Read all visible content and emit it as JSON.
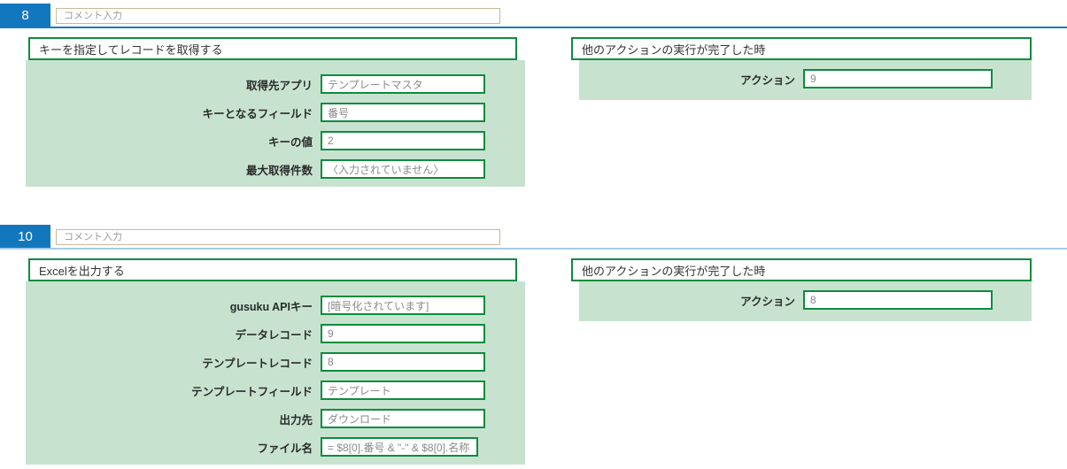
{
  "colors": {
    "badge_blue": "#1377bd",
    "separator_block8": "#1a7abc",
    "separator_block10": "#a6cbe6",
    "panel_border_green": "#0e8b3e",
    "panel_body_green": "#c7e3cf",
    "comment_border_tan": "#c9b99b"
  },
  "blocks": [
    {
      "number": "8",
      "comment_placeholder": "コメント入力",
      "action": {
        "title": "キーを指定してレコードを取得する",
        "fields": [
          {
            "label": "取得先アプリ",
            "value": "テンプレートマスタ"
          },
          {
            "label": "キーとなるフィールド",
            "value": "番号"
          },
          {
            "label": "キーの値",
            "value": "2"
          },
          {
            "label": "最大取得件数",
            "value": "〈入力されていません〉"
          }
        ]
      },
      "trigger": {
        "title": "他のアクションの実行が完了した時",
        "fields": [
          {
            "label": "アクション",
            "value": "9"
          }
        ]
      }
    },
    {
      "number": "10",
      "comment_placeholder": "コメント入力",
      "action": {
        "title": "Excelを出力する",
        "fields": [
          {
            "label": "gusuku APIキー",
            "value": "[暗号化されています]"
          },
          {
            "label": "データレコード",
            "value": "9"
          },
          {
            "label": "テンプレートレコード",
            "value": "8"
          },
          {
            "label": "テンプレートフィールド",
            "value": "テンプレート"
          },
          {
            "label": "出力先",
            "value": "ダウンロード"
          },
          {
            "label": "ファイル名",
            "value": "= $8[0].番号 & \"-\" & $8[0].名称"
          }
        ]
      },
      "trigger": {
        "title": "他のアクションの実行が完了した時",
        "fields": [
          {
            "label": "アクション",
            "value": "8"
          }
        ]
      }
    }
  ]
}
